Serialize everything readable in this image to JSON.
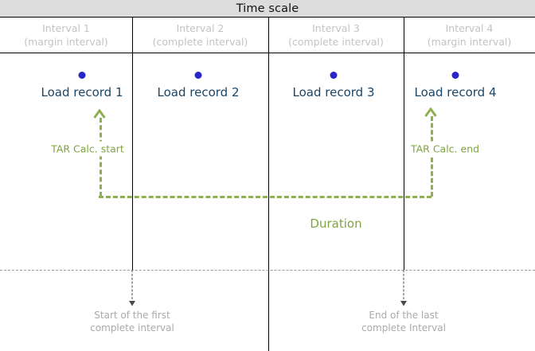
{
  "diagram": {
    "title": "Time scale",
    "accent_green": "#8eb04e",
    "record_blue": "#2626c9",
    "label_navy": "#1b4567",
    "band_gray": "#dcdcdc",
    "muted_gray": "#c3c3c3"
  },
  "intervals": [
    {
      "name": "Interval  1",
      "kind": "(margin interval)"
    },
    {
      "name": "Interval  2",
      "kind": "(complete interval)"
    },
    {
      "name": "Interval  3",
      "kind": "(complete interval)"
    },
    {
      "name": "Interval  4",
      "kind": "(margin interval)"
    }
  ],
  "records": [
    {
      "label": "Load record 1"
    },
    {
      "label": "Load record 2"
    },
    {
      "label": "Load record 3"
    },
    {
      "label": "Load record 4"
    }
  ],
  "tar": {
    "start_label": "TAR Calc. start",
    "end_label": "TAR Calc. end",
    "duration_label": "Duration"
  },
  "callouts": [
    {
      "line1": "Start of the first",
      "line2": "complete interval"
    },
    {
      "line1": "End of the last",
      "line2": "complete Interval"
    }
  ]
}
